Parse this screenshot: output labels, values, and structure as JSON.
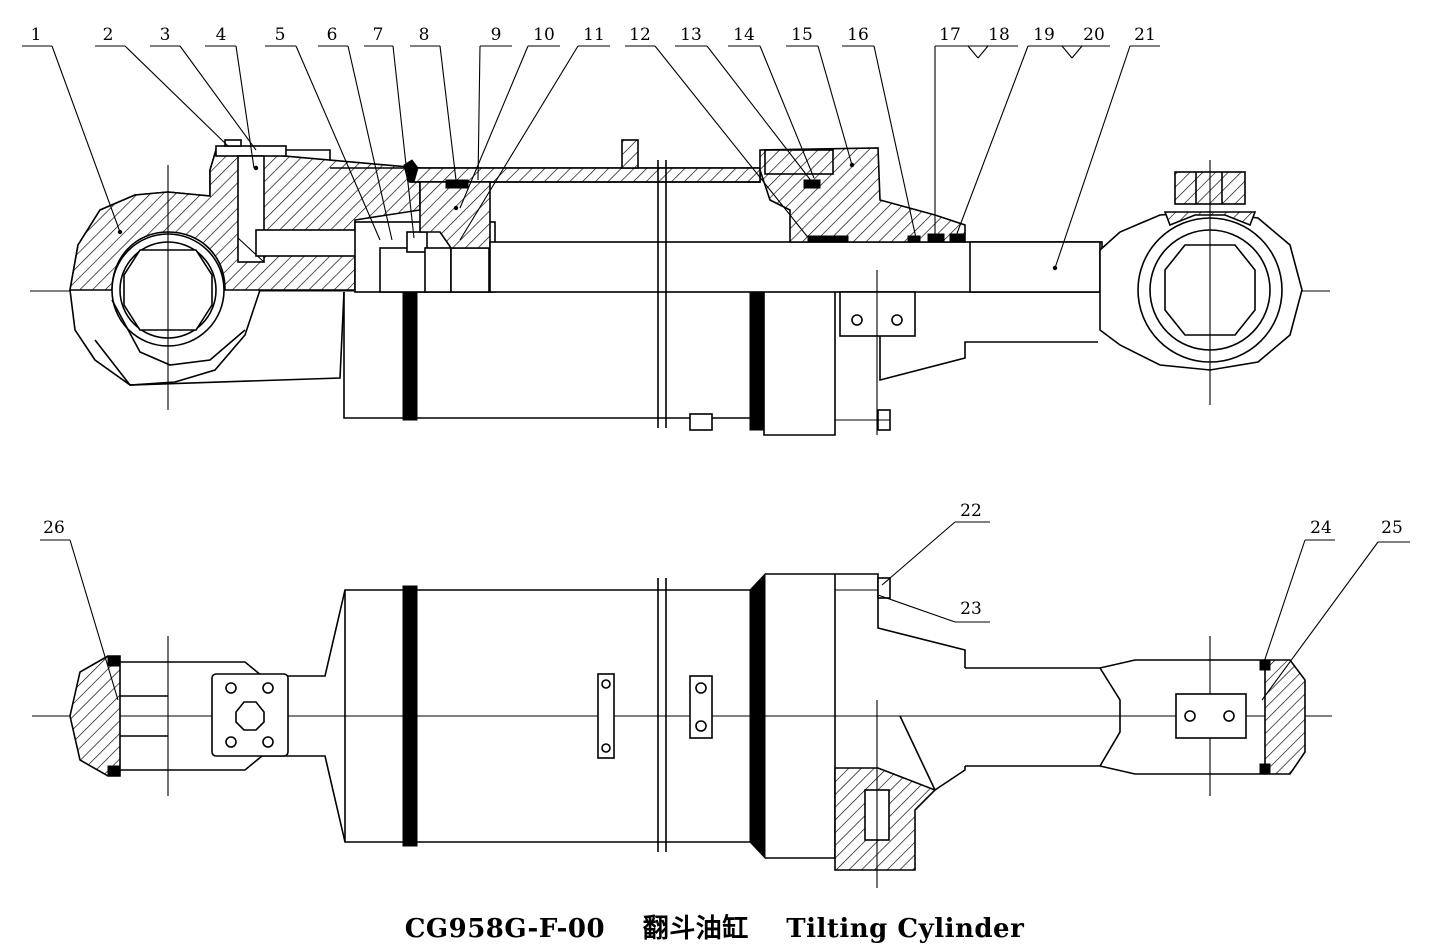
{
  "caption": {
    "code": "CG958G-F-00",
    "chinese_title": "翻斗油缸",
    "english_title": "Tilting Cylinder"
  },
  "callouts": [
    "1",
    "2",
    "3",
    "4",
    "5",
    "6",
    "7",
    "8",
    "9",
    "10",
    "11",
    "12",
    "13",
    "14",
    "15",
    "16",
    "17",
    "18",
    "19",
    "20",
    "21",
    "22",
    "23",
    "24",
    "25",
    "26"
  ],
  "colors": {
    "line": "#000000",
    "background": "#ffffff"
  }
}
